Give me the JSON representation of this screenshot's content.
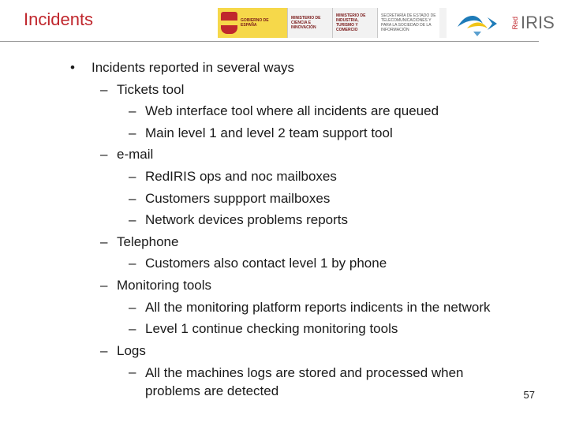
{
  "slide": {
    "title": "Incidents",
    "page_number": "57",
    "logos": {
      "gov_text": "GOBIERNO DE ESPAÑA",
      "min1_text": "MINISTERIO DE CIENCIA E INNOVACIÓN",
      "min2_text": "MINISTERIO DE INDUSTRIA, TURISMO Y COMERCIO",
      "sec_text": "SECRETARÍA DE ESTADO DE TELECOMUNICACIONES Y PARA LA SOCIEDAD DE LA INFORMACIÓN",
      "rediris_red": "Red",
      "rediris_iris": "IRIS"
    },
    "bullet": "Incidents reported in several ways",
    "groups": [
      {
        "label": "Tickets tool",
        "items": [
          "Web interface tool where all incidents are queued",
          "Main level 1 and level 2 team support tool"
        ]
      },
      {
        "label": "e-mail",
        "items": [
          "RedIRIS ops and noc mailboxes",
          "Customers suppport mailboxes",
          "Network devices problems reports"
        ]
      },
      {
        "label": "Telephone",
        "items": [
          "Customers also contact level 1 by phone"
        ]
      },
      {
        "label": "Monitoring tools",
        "items": [
          "All the monitoring platform reports indicents in the network",
          "Level 1 continue checking monitoring tools"
        ]
      },
      {
        "label": "Logs",
        "items": [
          "All the machines logs are stored and processed when problems are detected"
        ]
      }
    ],
    "bullet_marks": {
      "level1": "•",
      "level2": "–",
      "level3": "–"
    }
  }
}
